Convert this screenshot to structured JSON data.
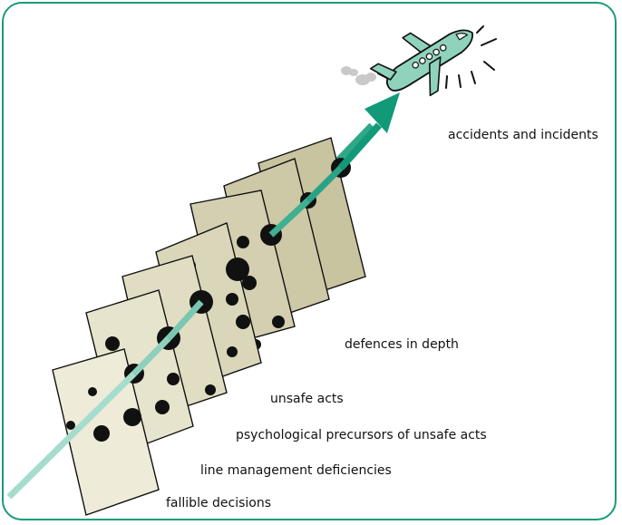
{
  "labels": {
    "accidents": "accidents and incidents",
    "defences": "defences in depth",
    "unsafe_acts": "unsafe acts",
    "precursors": "psychological precursors of unsafe acts",
    "line_mgmt": "line management deficiencies",
    "fallible": "fallible decisions"
  },
  "colors": {
    "frame": "#1a9a7c",
    "arrow_light": "#9fd8c8",
    "arrow_dark": "#1a9a7c",
    "plane_body": "#8fd3bd"
  },
  "icons": {
    "plane": "airplane-icon",
    "smoke": "smoke-icon",
    "arrow": "arrow-icon"
  }
}
